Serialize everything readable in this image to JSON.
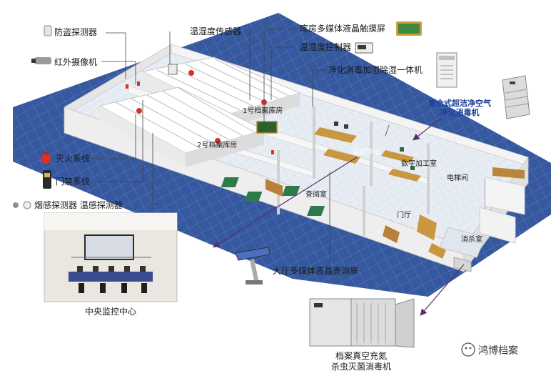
{
  "labels": {
    "anti_theft": "防盗探测器",
    "ir_camera": "红外摄像机",
    "temp_humidity_sensor": "温湿度传感器",
    "touch_screen": "库房多媒体液晶触摸屏",
    "temp_humidity_controller": "温湿度控制器",
    "purifier_unit": "净化消毒加湿除湿一体机",
    "air_sterilizer": "复合式超洁净空气净化消毒机",
    "fire_system": "灭火系统",
    "access_system": "门禁系统",
    "smoke_temp_detector": "烟感探测器 温感探测器",
    "lobby_screen": "大厅多媒体液晶查询屏"
  },
  "rooms": {
    "archive1": "1号档案库房",
    "archive2": "2号档案库房",
    "monitor_center": "监控中心",
    "digital_room": "数字加工室",
    "elevator": "电梯间",
    "reading_room": "查阅室",
    "lobby": "门厅",
    "disinfect_room": "消杀室"
  },
  "captions": {
    "central_monitor": "中央监控中心",
    "vacuum_machine_line1": "档案真空充氮",
    "vacuum_machine_line2": "杀虫灭菌消毒机"
  },
  "brand": {
    "name": "鸿博档案"
  },
  "colors": {
    "floor_blue": "#3d5fa8",
    "wall": "#f2f2f2",
    "leader_line": "#5a2f6b",
    "fire_red": "#d8322a"
  }
}
